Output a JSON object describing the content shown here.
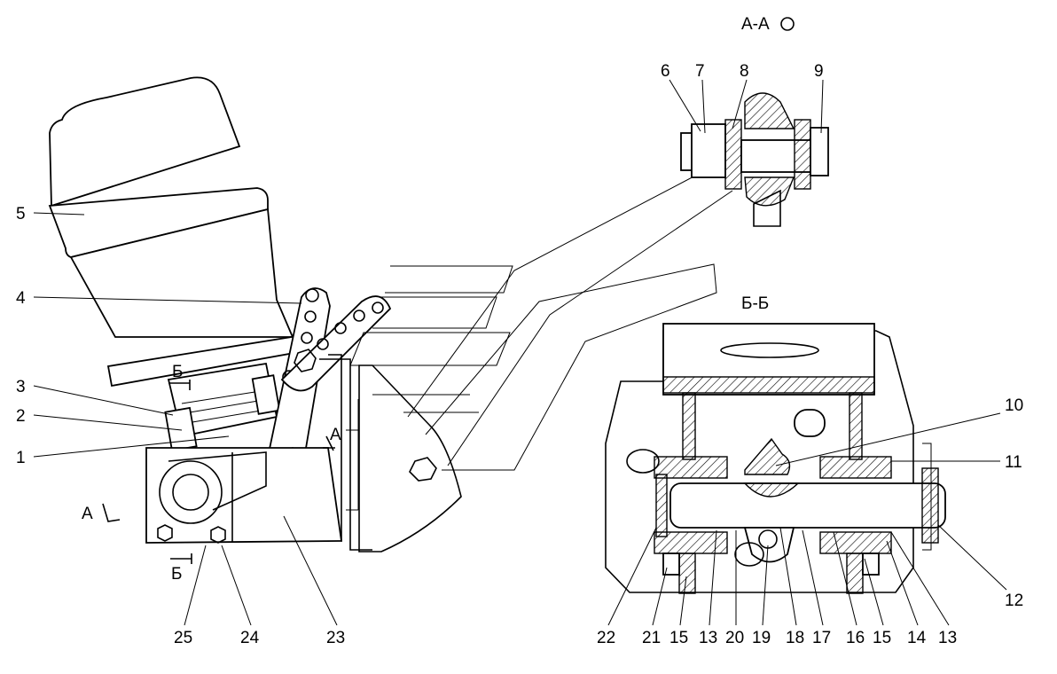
{
  "title": "А-А",
  "sections": {
    "aa_label": "А-А",
    "bb_label": "Б-Б",
    "cut_a_left": "А",
    "cut_a_right": "А",
    "cut_b_top": "Б",
    "cut_b_bottom": "Б"
  },
  "callouts": {
    "c1": "1",
    "c2": "2",
    "c3": "3",
    "c4": "4",
    "c5": "5",
    "c6": "6",
    "c7": "7",
    "c8": "8",
    "c9": "9",
    "c10": "10",
    "c11": "11",
    "c12": "12",
    "c13a": "13",
    "c14": "14",
    "c15a": "15",
    "c16": "16",
    "c17": "17",
    "c18": "18",
    "c19": "19",
    "c20": "20",
    "c13b": "13",
    "c15b": "15",
    "c21": "21",
    "c22": "22",
    "c23": "23",
    "c24": "24",
    "c25": "25"
  },
  "rotation_symbol": "circle-icon"
}
